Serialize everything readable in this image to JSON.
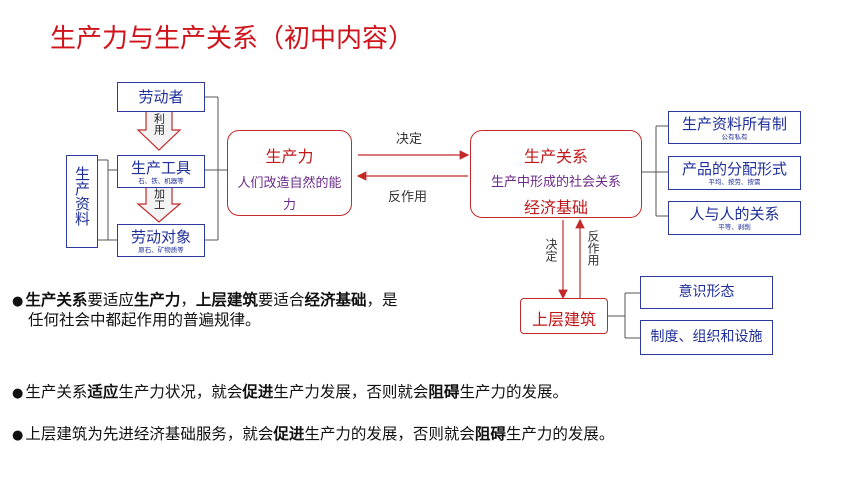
{
  "title": "生产力与生产关系（初中内容）",
  "left": {
    "means_label": "生产资料",
    "laborer": "劳动者",
    "tools": {
      "label": "生产工具",
      "sub": "石、铁、机器等"
    },
    "object": {
      "label": "劳动对象",
      "sub": "原石、矿物质等"
    },
    "use_label": "利用",
    "process_label": "加工"
  },
  "productivity": {
    "title": "生产力",
    "desc": "人们改造自然的能力"
  },
  "relations": {
    "title": "生产关系",
    "desc": "生产中形成的社会关系",
    "base": "经济基础"
  },
  "arrows": {
    "decides": "决定",
    "reacts": "反作用",
    "decides_v": "决定",
    "reacts_v": "反作用"
  },
  "right": [
    {
      "label": "生产资料所有制",
      "sub": "公有私有"
    },
    {
      "label": "产品的分配形式",
      "sub": "平均、按劳、按需"
    },
    {
      "label": "人与人的关系",
      "sub": "平等、剥削"
    }
  ],
  "superstructure": {
    "title": "上层建筑",
    "items": [
      "意识形态",
      "制度、组织和设施"
    ]
  },
  "bullets": {
    "b1_parts": [
      "生产关系",
      "要适应",
      "生产力",
      "，",
      "上层建筑",
      "要适合",
      "经济基础",
      "，是"
    ],
    "b1_line2": "任何社会中都起作用的普遍规律。",
    "b2_parts": [
      "生产关系",
      "适应",
      "生产力状况，就会",
      "促进",
      "生产力发展，否则就会",
      "阻碍",
      "生产力的发展。"
    ],
    "b3_parts": [
      "上层建筑为先进经济基础服务，就会",
      "促进",
      "生产力的发展，否则就会",
      "阻碍",
      "生产力的发展。"
    ]
  },
  "bullet_marker": "●",
  "colors": {
    "title": "#d0121b",
    "blue": "#2e3a9e",
    "red": "#c22a2a",
    "purple": "#6b2a8a"
  }
}
